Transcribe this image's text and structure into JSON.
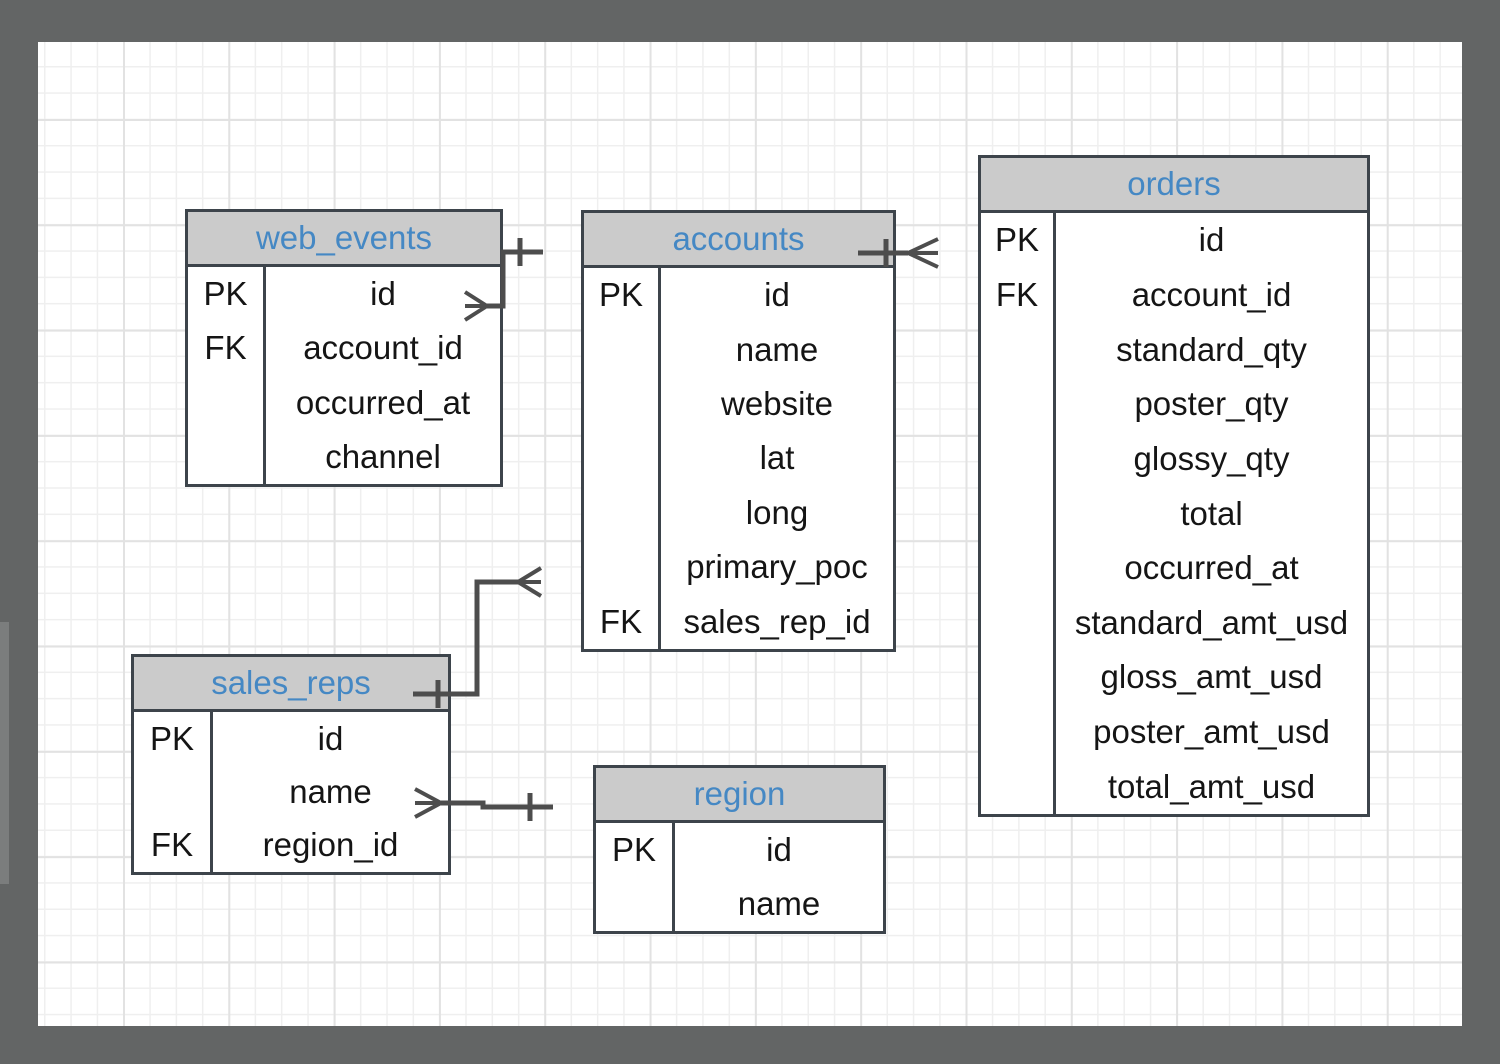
{
  "window": {
    "frame_color": "#636565",
    "canvas_bg": "#ffffff",
    "grid_minor_color": "#efefef",
    "grid_major_color": "#e2e2e2"
  },
  "palette": {
    "table_border": "#3d444b",
    "header_fill": "#cbcbcb",
    "header_text": "#4588c4",
    "field_text": "#151515",
    "connector": "#4d4d4d"
  },
  "tables": [
    {
      "name": "web_events",
      "rows": [
        {
          "key": "PK",
          "field": "id"
        },
        {
          "key": "FK",
          "field": "account_id"
        },
        {
          "key": "",
          "field": "occurred_at"
        },
        {
          "key": "",
          "field": "channel"
        }
      ]
    },
    {
      "name": "accounts",
      "rows": [
        {
          "key": "PK",
          "field": "id"
        },
        {
          "key": "",
          "field": "name"
        },
        {
          "key": "",
          "field": "website"
        },
        {
          "key": "",
          "field": "lat"
        },
        {
          "key": "",
          "field": "long"
        },
        {
          "key": "",
          "field": "primary_poc"
        },
        {
          "key": "FK",
          "field": "sales_rep_id"
        }
      ]
    },
    {
      "name": "orders",
      "rows": [
        {
          "key": "PK",
          "field": "id"
        },
        {
          "key": "FK",
          "field": "account_id"
        },
        {
          "key": "",
          "field": "standard_qty"
        },
        {
          "key": "",
          "field": "poster_qty"
        },
        {
          "key": "",
          "field": "glossy_qty"
        },
        {
          "key": "",
          "field": "total"
        },
        {
          "key": "",
          "field": "occurred_at"
        },
        {
          "key": "",
          "field": "standard_amt_usd"
        },
        {
          "key": "",
          "field": "gloss_amt_usd"
        },
        {
          "key": "",
          "field": "poster_amt_usd"
        },
        {
          "key": "",
          "field": "total_amt_usd"
        }
      ]
    },
    {
      "name": "sales_reps",
      "rows": [
        {
          "key": "PK",
          "field": "id"
        },
        {
          "key": "",
          "field": "name"
        },
        {
          "key": "FK",
          "field": "region_id"
        }
      ]
    },
    {
      "name": "region",
      "rows": [
        {
          "key": "PK",
          "field": "id"
        },
        {
          "key": "",
          "field": "name"
        }
      ]
    }
  ],
  "relationships": [
    {
      "one": "accounts.id",
      "many": "web_events.account_id",
      "notation": "crow-foot"
    },
    {
      "one": "accounts.id",
      "many": "orders.account_id",
      "notation": "crow-foot"
    },
    {
      "one": "sales_reps.id",
      "many": "accounts.sales_rep_id",
      "notation": "crow-foot"
    },
    {
      "one": "region.id",
      "many": "sales_reps.region_id",
      "notation": "crow-foot"
    }
  ]
}
